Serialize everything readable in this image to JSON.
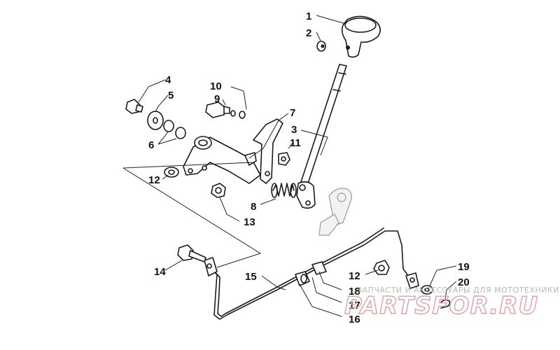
{
  "callouts": {
    "n1": "1",
    "n2": "2",
    "n3": "3",
    "n4": "4",
    "n5": "5",
    "n6": "6",
    "n7": "7",
    "n8": "8",
    "n9": "9",
    "n10": "10",
    "n11": "11",
    "n12a": "12",
    "n12b": "12",
    "n13": "13",
    "n14": "14",
    "n15": "15",
    "n16": "16",
    "n17": "17",
    "n18": "18",
    "n19": "19",
    "n20": "20"
  },
  "watermark": {
    "tagline": "ЗАПЧАСТИ И АКСЕССУАРЫ ДЛЯ МОТОТЕХНИКИ",
    "logo": "PARTSFOR.RU"
  }
}
